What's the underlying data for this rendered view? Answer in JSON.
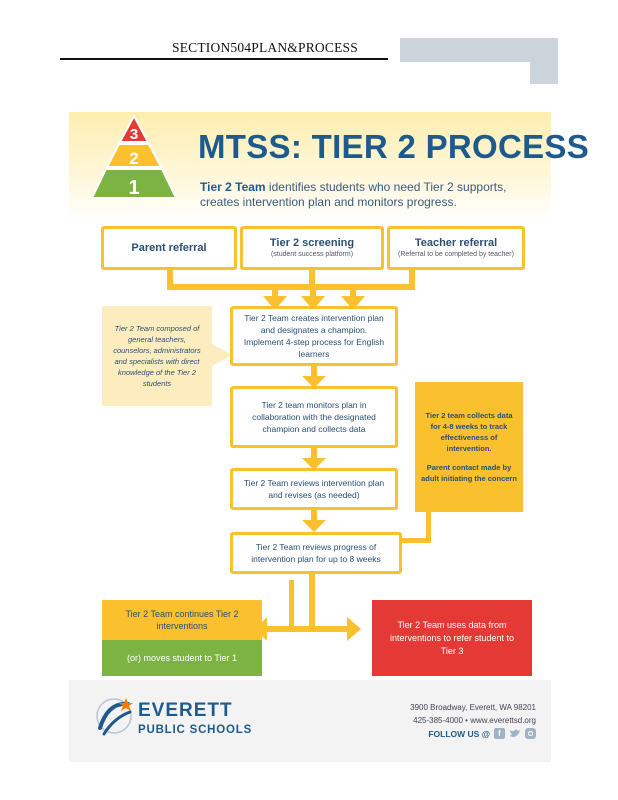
{
  "header": {
    "title": "SECTION504PLAN&PROCESS"
  },
  "pyramid": {
    "top": "3",
    "middle": "2",
    "bottom": "1"
  },
  "poster": {
    "title": "MTSS: TIER 2 PROCESS",
    "subtitle_strong": "Tier 2 Team",
    "subtitle_rest": " identifies students who need Tier 2 supports, creates intervention plan and monitors progress."
  },
  "referrals": [
    {
      "title": "Parent referral",
      "sub": ""
    },
    {
      "title": "Tier 2 screening",
      "sub": "(student success platform)"
    },
    {
      "title": "Teacher referral",
      "sub": "(Referral to be completed by teacher)"
    }
  ],
  "team_note": "Tier 2 Team composed of general teachers, counselors, administrators and specialists with direct knowledge of the Tier 2 students",
  "steps": [
    "Tier 2 Team creates intervention plan and designates a champion. Implement 4-step process for English learners",
    "Tier 2 team monitors plan in collaboration with the designated champion and collects data",
    "Tier 2 Team reviews intervention plan and revises (as needed)",
    "Tier 2 Team reviews progress of intervention plan for up to 8 weeks"
  ],
  "data_note": {
    "line1": "Tier 2 team collects data for 4-8 weeks to track effectiveness of intervention.",
    "line2": "Parent contact made by adult initiating the concern"
  },
  "outcomes": {
    "continue_top": "Tier 2 Team continues Tier 2 interventions",
    "continue_bottom": "(or) moves student to Tier 1",
    "refer": "Tier 2 Team uses data from interventions to refer student to Tier 3"
  },
  "footer": {
    "logo_line1": "EVERETT",
    "logo_line2": "PUBLIC SCHOOLS",
    "address": "3900 Broadway, Everett, WA 98201",
    "contact": "425-385-4000 • www.everettsd.org",
    "follow": "FOLLOW US @"
  },
  "colors": {
    "accent": "#fbc02d",
    "blue": "#1e5a8c",
    "green": "#7cb342",
    "red": "#e53935",
    "orange": "#f57c00"
  }
}
